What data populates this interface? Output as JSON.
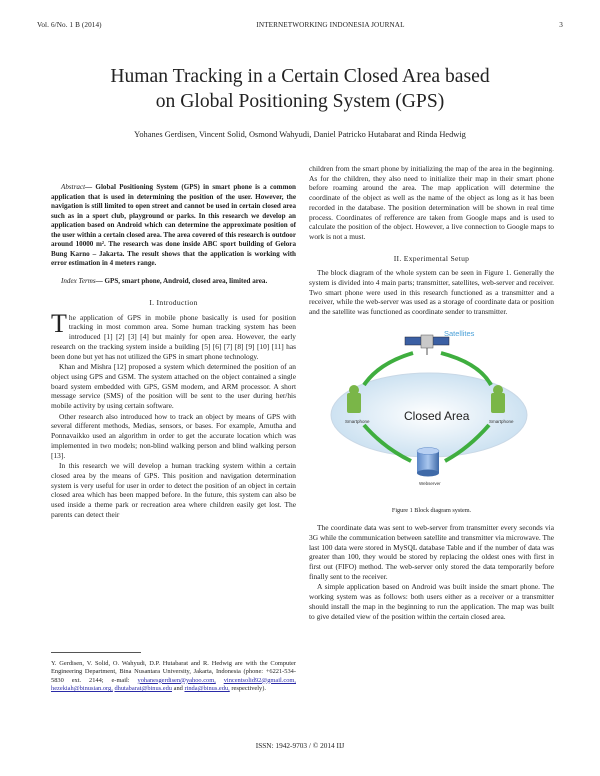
{
  "header": {
    "volume": "Vol. 6/No. 1 B (2014)",
    "journal": "INTERNETWORKING INDONESIA JOURNAL",
    "page": "3"
  },
  "title": {
    "line1": "Human Tracking in a Certain Closed Area based",
    "line2": "on Global Positioning System (GPS)"
  },
  "authors": "Yohanes Gerdisen, Vincent Solid, Osmond Wahyudi, Daniel Patricko Hutabarat and Rinda Hedwig",
  "abstract": {
    "label": "Abstract",
    "text": "— Global Positioning System (GPS) in smart phone is a common application that is used in determining the position of the user. However, the navigation is still limited to open street and cannot be used in certain closed area such as in a sport club, playground or parks. In this research we develop an application based on Android which can determine the approximate position of the user within a certain closed area. The area covered of this research is outdoor around 10000 m². The research was done inside ABC sport building of Gelora Bung Karno – Jakarta. The result shows that the application is working with error estimation in 4 meters range."
  },
  "index_terms": {
    "label": "Index Terms",
    "text": "— GPS, smart phone, Android, closed area, limited area."
  },
  "sections": {
    "intro": "I. Introduction",
    "setup": "II. Experimental Setup"
  },
  "intro": {
    "dropcap": "T",
    "p1": "he application of GPS in mobile phone basically is used for position tracking in most common area. Some human tracking system has been introduced [1] [2] [3] [4] but mainly for open area. However, the early research on the tracking system inside a building [5] [6] [7] [8] [9] [10] [11] has been done but yet has not utilized the GPS in smart phone technology.",
    "p2": "Khan and Mishra [12] proposed a system which determined the position of an object using GPS and GSM. The system attached on the object contained a single board system embedded with GPS, GSM modem, and ARM processor. A short message service (SMS) of the position will be sent to the user during her/his mobile activity by using certain software.",
    "p3": "Other research also introduced how to track an object by means of GPS with several different methods, Medias, sensors, or bases. For example, Amutha and Ponnavaikko used an algorithm in order to get the accurate location which was implemented in two models; non-blind walking person and blind walking person [13].",
    "p4": "In this research we will develop a human tracking system within a certain closed area by the means of GPS. This position and navigation determination system is very useful for user in order to detect the position of an object in certain closed area which has been mapped before. In the future, this system can also be used inside a theme park or recreation area where children easily get lost. The parents can detect their"
  },
  "right": {
    "p0": "children from the smart phone by initializing the map of the area in the beginning. As for the children, they also need to initialize their map in their smart phone before roaming around the area. The map application will determine the coordinate of the object as well as the name of the object as long as it has been recorded in the database. The position determination will be shown in real time process. Coordinates of refference are taken from Google maps and is used to calculate the position of the object. However, a live connection to Google maps to work is not a must.",
    "p1": "The block diagram of the whole system can be seen in Figure 1. Generally the system is divided into 4 main parts; transmitter, satellites, web-server and receiver. Two smart phone were used in this research functioned as a transmitter and a receiver, while the web-server was used as a storage of coordinate data or position and the satellite was functioned as coordinate sender to transmitter.",
    "p2": "The coordinate data was sent to web-server from transmitter every seconds via 3G while the communication between satellite and transmitter via microwave. The last 100 data were stored in MySQL database Table and if the number of data was greater than 100, they would be stored by replacing the oldest ones with first in first out (FIFO) method. The web-server only stored the data temporarily before finally sent to the receiver.",
    "p3": "A simple application based on Android was built inside the smart phone. The working system was as follows: both users either as a receiver or a transmitter should install the map in the beginning to run the application. The map was built to give detailed view of the position within the certain closed area."
  },
  "figure": {
    "satellites": "Satellites",
    "closed_area": "Closed Area",
    "smartphone_left": "Smartphone",
    "smartphone_right": "Smartphone",
    "webserver": "Webserver",
    "caption": "Figure 1 Block diagram system."
  },
  "footnote": {
    "text": "Y. Gerdisen, V. Solid, O. Wahyudi, D.P. Hutabarat and R. Hedwig are with the Computer Engineering Department, Bina Nusantara University, Jakarta, Indonesia (phone: +6221-534-5830 ext. 2144; e-mail:",
    "email1": "yohanesgerdisen@yahoo.com,",
    "email2": "vincentsolid92@gmail.com,",
    "email3": "hezekiah@binusian.org,",
    "email4": "dhutabarat@binus.edu",
    "and": "and",
    "email5": "rinda@binus.edu,",
    "tail": "respectively)."
  },
  "footer": "ISSN: 1942-9703 / © 2014 IIJ"
}
